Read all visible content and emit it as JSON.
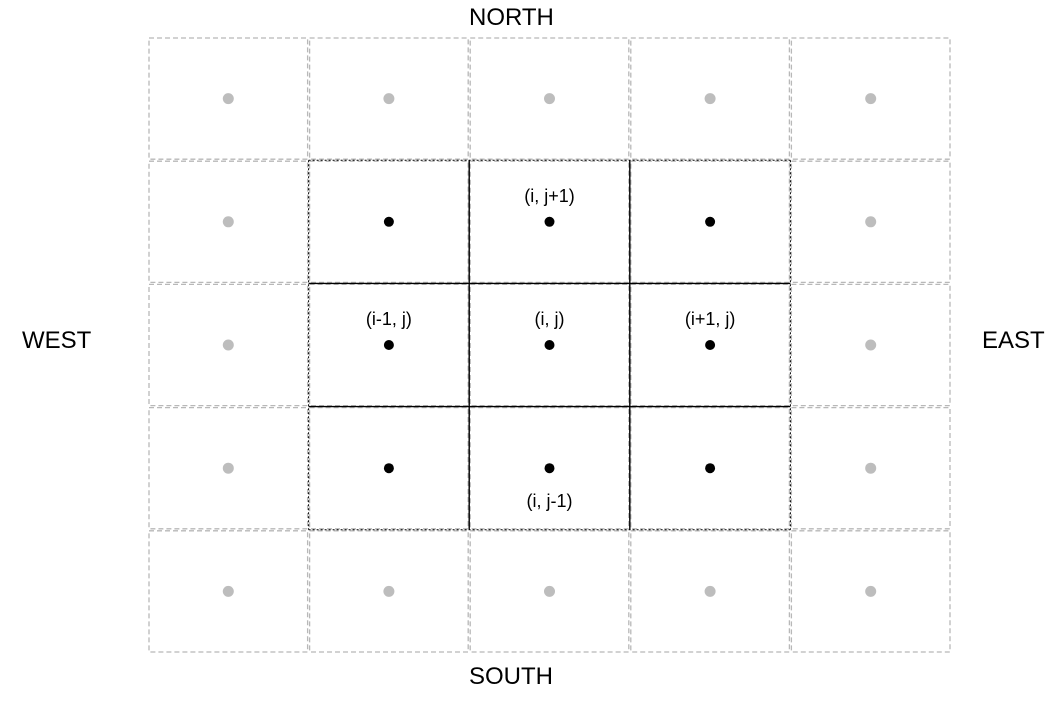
{
  "directions": {
    "north": "NORTH",
    "south": "SOUTH",
    "west": "WEST",
    "east": "EAST"
  },
  "colors": {
    "active_line": "#000000",
    "inactive_line": "#b8b8b8",
    "active_dot": "#000000",
    "inactive_dot": "#bdbdbd"
  },
  "grid": {
    "columns": 5,
    "rows": 5,
    "active_cells": [
      {
        "col": 1,
        "row": 1
      },
      {
        "col": 2,
        "row": 1
      },
      {
        "col": 3,
        "row": 1
      },
      {
        "col": 1,
        "row": 2
      },
      {
        "col": 2,
        "row": 2
      },
      {
        "col": 3,
        "row": 2
      },
      {
        "col": 1,
        "row": 3
      },
      {
        "col": 2,
        "row": 3
      },
      {
        "col": 3,
        "row": 3
      }
    ]
  },
  "node_labels": [
    {
      "text": "(i, j+1)",
      "col": 2,
      "row": 1,
      "placement": "above"
    },
    {
      "text": "(i-1, j)",
      "col": 1,
      "row": 2,
      "placement": "above"
    },
    {
      "text": "(i, j)",
      "col": 2,
      "row": 2,
      "placement": "above"
    },
    {
      "text": "(i+1, j)",
      "col": 3,
      "row": 2,
      "placement": "above"
    },
    {
      "text": "(i, j-1)",
      "col": 2,
      "row": 3,
      "placement": "below"
    }
  ]
}
